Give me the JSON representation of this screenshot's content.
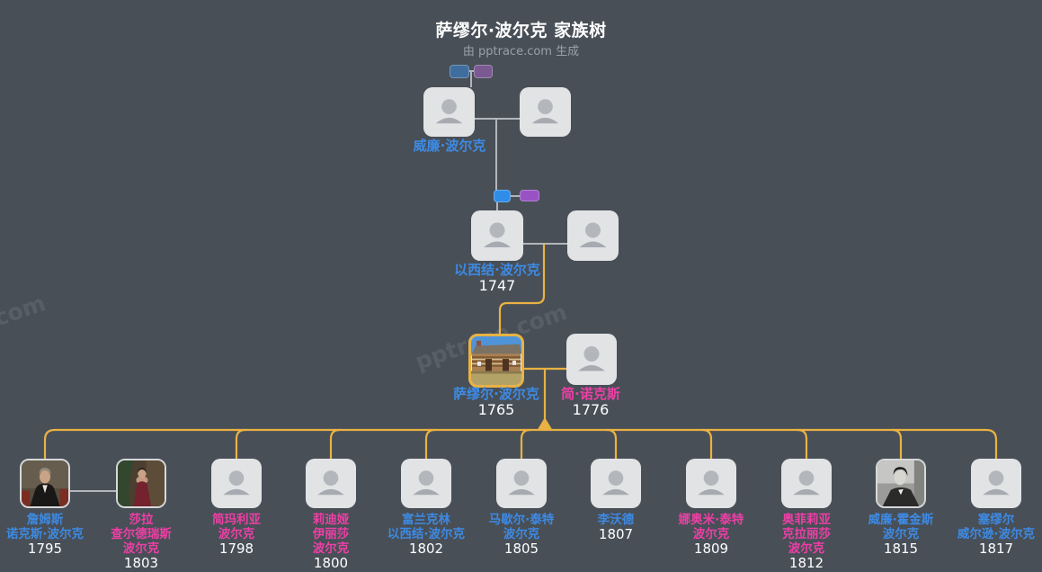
{
  "header": {
    "title": "萨缪尔·波尔克 家族树",
    "subtitle": "由 pptrace.com 生成"
  },
  "watermark": {
    "text": "pptrace.com"
  },
  "colors": {
    "background": "#484f57",
    "card_background": "#e2e3e5",
    "male_name": "#3d8ae4",
    "female_name": "#ed3fa5",
    "year_text": "#ffffff",
    "line_gray": "#b2b6bc",
    "line_yellow": "#e9b244",
    "highlight_border": "#e9b244",
    "mini_blue_muted": "#3f6d9e",
    "mini_purple_muted": "#7b5a92",
    "mini_blue_bright": "#2f8de9",
    "mini_purple_bright": "#9952c4"
  },
  "generations": {
    "gen1": {
      "father": {
        "name": "威廉·波尔克"
      }
    },
    "gen2": {
      "father": {
        "name": "以西结·波尔克",
        "year": "1747"
      }
    },
    "gen3": {
      "person": {
        "name": "萨缪尔·波尔克",
        "year": "1765",
        "photo": "log-cabin-photo"
      },
      "spouse": {
        "name": "简·诺克斯",
        "year": "1776"
      }
    }
  },
  "children": [
    {
      "name": "詹姆斯\n诺克斯·波尔克",
      "year": "1795",
      "gender": "male",
      "photo": "james-knox-polk-portrait"
    },
    {
      "name": "莎拉\n查尔德瑞斯\n波尔克",
      "year": "1803",
      "gender": "female",
      "photo": "sarah-childress-polk-portrait",
      "role": "spouse-of-james"
    },
    {
      "name": "简玛利亚\n波尔克",
      "year": "1798",
      "gender": "female"
    },
    {
      "name": "莉迪娅\n伊丽莎\n波尔克",
      "year": "1800",
      "gender": "female"
    },
    {
      "name": "富兰克林\n以西结·波尔克",
      "year": "1802",
      "gender": "male"
    },
    {
      "name": "马歇尔·泰特\n波尔克",
      "year": "1805",
      "gender": "male"
    },
    {
      "name": "李沃德",
      "year": "1807",
      "gender": "male"
    },
    {
      "name": "娜奥米·泰特\n波尔克",
      "year": "1809",
      "gender": "female"
    },
    {
      "name": "奥菲莉亚\n克拉丽莎\n波尔克",
      "year": "1812",
      "gender": "female"
    },
    {
      "name": "威廉·霍金斯\n波尔克",
      "year": "1815",
      "gender": "male",
      "photo": "william-hawkins-polk-portrait"
    },
    {
      "name": "塞缪尔\n威尔逊·波尔克",
      "year": "1817",
      "gender": "male"
    }
  ]
}
